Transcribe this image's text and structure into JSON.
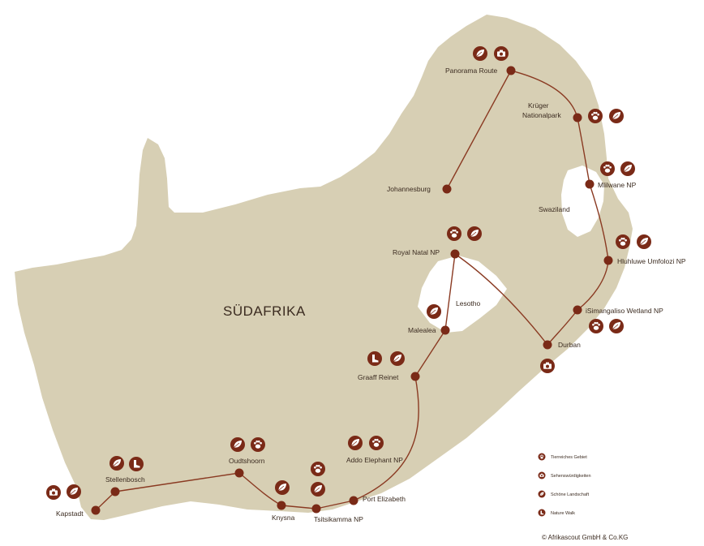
{
  "map": {
    "country_label": "SÜDAFRIKA",
    "regions": {
      "lesotho": "Lesotho",
      "swaziland": "Swaziland"
    },
    "colors": {
      "land": "#d7cfb4",
      "route": "#8a3a22",
      "marker": "#7a2a17",
      "icon_bg": "#7a2a17",
      "enclave": "#ffffff"
    },
    "stops": [
      {
        "id": "kapstadt",
        "name": "Kapstadt",
        "icons": [
          "camera-icon",
          "leaf-icon"
        ]
      },
      {
        "id": "stellenbosch",
        "name": "Stellenbosch",
        "icons": [
          "leaf-icon",
          "boot-icon"
        ]
      },
      {
        "id": "oudtshoorn",
        "name": "Oudtshoorn",
        "icons": [
          "leaf-icon",
          "paw-icon"
        ]
      },
      {
        "id": "knysna",
        "name": "Knysna",
        "icons": [
          "leaf-icon"
        ]
      },
      {
        "id": "tsitsikamma",
        "name": "Tsitsikamma NP",
        "icons": [
          "paw-icon",
          "leaf-icon"
        ]
      },
      {
        "id": "addo",
        "name": "Addo Elephant NP",
        "icons": [
          "leaf-icon",
          "paw-icon"
        ]
      },
      {
        "id": "port-elizabeth",
        "name": "Port Elizabeth",
        "icons": []
      },
      {
        "id": "graaff-reinet",
        "name": "Graaff Reinet",
        "icons": [
          "boot-icon",
          "leaf-icon"
        ]
      },
      {
        "id": "malealea",
        "name": "Malealea",
        "icons": [
          "leaf-icon"
        ]
      },
      {
        "id": "royal-natal",
        "name": "Royal Natal NP",
        "icons": [
          "paw-icon",
          "leaf-icon"
        ]
      },
      {
        "id": "durban",
        "name": "Durban",
        "icons": [
          "camera-icon"
        ]
      },
      {
        "id": "isimangaliso",
        "name": "iSimangaliso Wetland NP",
        "icons": [
          "paw-icon",
          "leaf-icon"
        ]
      },
      {
        "id": "hluhluwe",
        "name": "Hluhluwe Umfolozi NP",
        "icons": [
          "paw-icon",
          "leaf-icon"
        ]
      },
      {
        "id": "mlilwane",
        "name": "Mlilwane NP",
        "icons": [
          "paw-icon",
          "leaf-icon"
        ]
      },
      {
        "id": "kruger-1",
        "name": "Krüger",
        "icons": [
          "paw-icon",
          "leaf-icon"
        ]
      },
      {
        "id": "kruger-2",
        "name": "Nationalpark",
        "icons": []
      },
      {
        "id": "panorama",
        "name": "Panorama Route",
        "icons": [
          "leaf-icon",
          "camera-icon"
        ]
      },
      {
        "id": "johannesburg",
        "name": "Johannesburg",
        "icons": []
      }
    ]
  },
  "legend": {
    "items": [
      {
        "icon": "paw-icon",
        "label": "Tierreiches Gebiet"
      },
      {
        "icon": "camera-icon",
        "label": "Sehenswürdigkeiten"
      },
      {
        "icon": "leaf-icon",
        "label": "Schöne Landschaft"
      },
      {
        "icon": "boot-icon",
        "label": "Nature Walk"
      }
    ]
  },
  "copyright": "© Afrikascout GmbH & Co.KG"
}
